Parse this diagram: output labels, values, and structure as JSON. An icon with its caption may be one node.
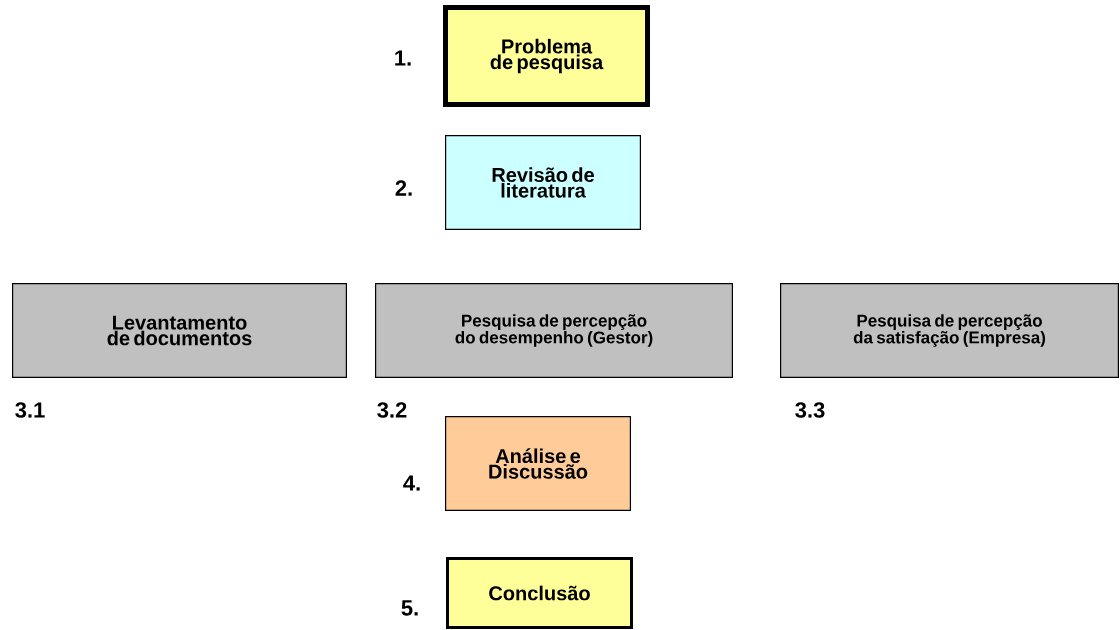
{
  "diagram": {
    "nodes": [
      {
        "text": [
          "Problema de pesquisa"
        ],
        "beside": [
          "1."
        ]
      },
      {
        "text": [
          "Revisão de literatura"
        ],
        "beside": [
          "2."
        ]
      },
      {
        "text": [
          "Levantamento de documentos"
        ],
        "beside": [
          "3.1"
        ]
      },
      {
        "text": [
          "Pesquisa de percepção do desempenho (Gestor)"
        ],
        "beside": [
          "3.2"
        ]
      },
      {
        "text": [
          "Pesquisa de percepção da satisfação (Empresa)"
        ],
        "beside": [
          "3.3"
        ]
      },
      {
        "text": [
          "Análise e Discussão"
        ],
        "beside": [
          "4."
        ]
      },
      {
        "text": [
          "Conclusão"
        ],
        "beside": [
          "5."
        ]
      }
    ]
  }
}
